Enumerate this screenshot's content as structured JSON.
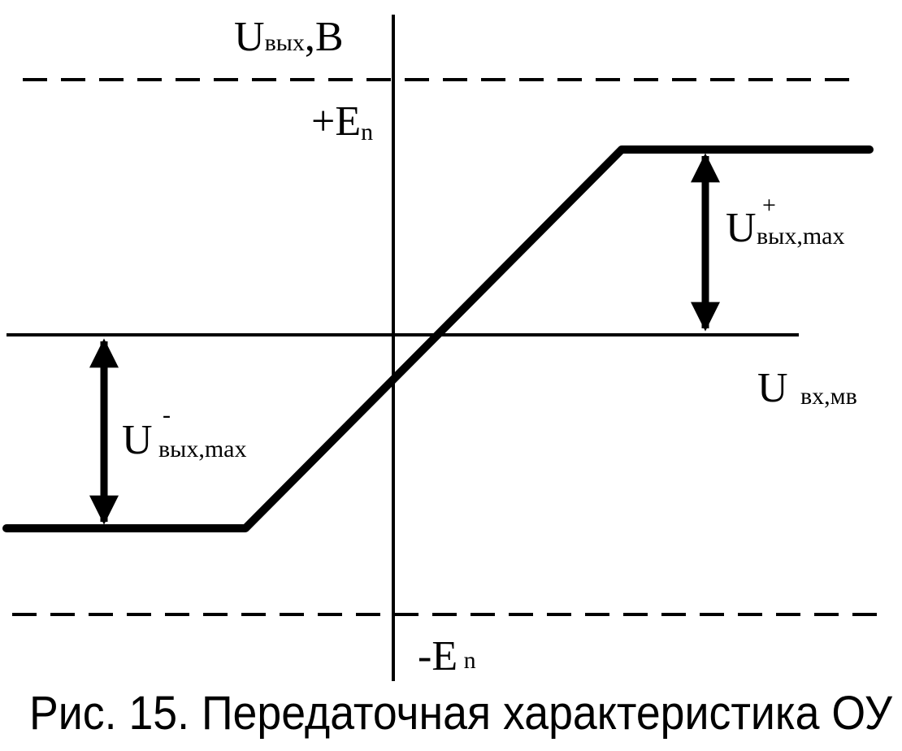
{
  "y_axis_label": {
    "main": "U",
    "sub": "вых",
    "unit": ",B"
  },
  "x_axis_label": {
    "main": "U",
    "sub": "вх,мв"
  },
  "supply_pos": {
    "main": "+E",
    "sub": "n"
  },
  "supply_neg": {
    "main": "-E",
    "sub": " n"
  },
  "u_out_max_pos": {
    "main": "U",
    "sub": "вых,max",
    "sup": "+"
  },
  "u_out_max_neg": {
    "main": "U",
    "sub": "вых,max",
    "sup": "-"
  },
  "caption": "Рис. 15. Передаточная характеристика ОУ",
  "colors": {
    "line": "#000000",
    "background": "#ffffff"
  }
}
